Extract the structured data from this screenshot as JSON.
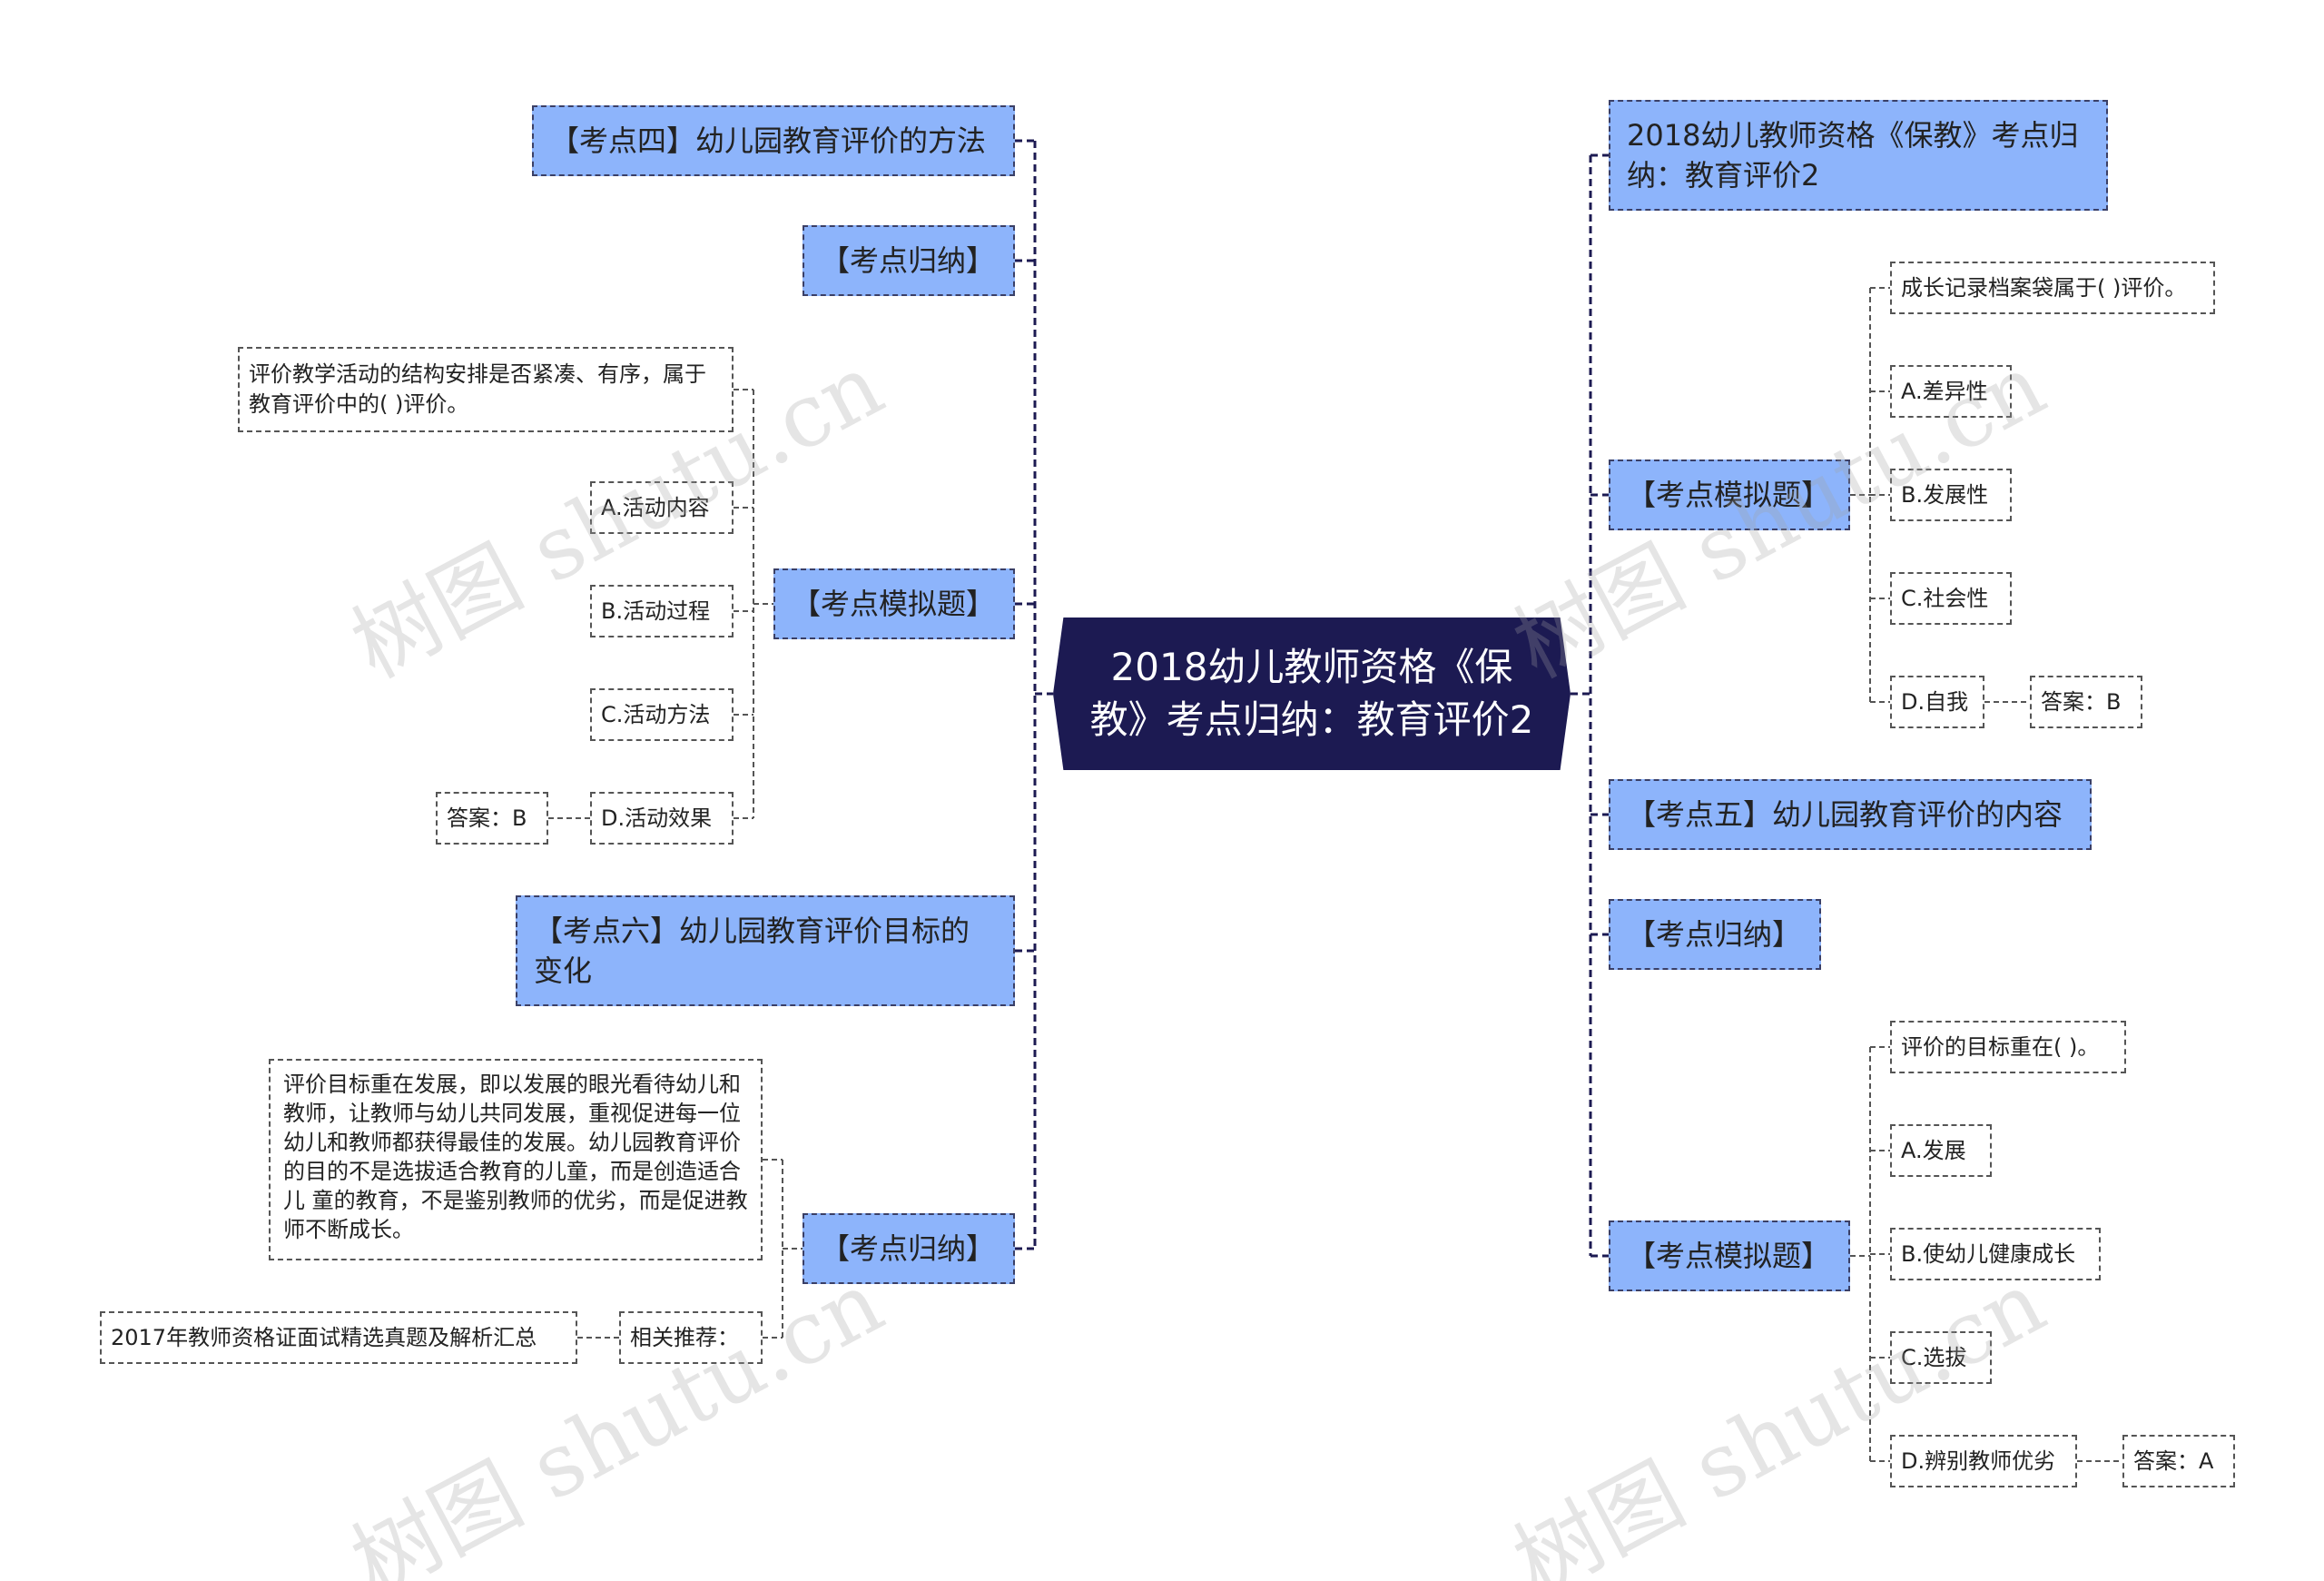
{
  "root": "2018幼儿教师资格《保教》考点归纳：教育评价2",
  "left": {
    "method": "【考点四】幼儿园教育评价的方法",
    "summary1": "【考点归纳】",
    "mock": "【考点模拟题】",
    "mock_question": "评价教学活动的结构安排是否紧凑、有序，属于教育评价中的( )评价。",
    "mock_options": [
      "A.活动内容",
      "B.活动过程",
      "C.活动方法",
      "D.活动效果"
    ],
    "mock_answer": "答案：B",
    "goal_change": "【考点六】幼儿园教育评价目标的变化",
    "summary2": "【考点归纳】",
    "summary2_text": "评价目标重在发展，即以发展的眼光看待幼儿和教师，让教师与幼儿共同发展，重视促进每一位幼儿和教师都获得最佳的发展。幼儿园教育评价的目的不是选拔适合教育的儿童，而是创造适合儿 童的教育，不是鉴别教师的优劣，而是促进教师不断成长。",
    "recommend": "相关推荐：",
    "recommend_item": "2017年教师资格证面试精选真题及解析汇总"
  },
  "right": {
    "title_node": "2018幼儿教师资格《保教》考点归纳：教育评价2",
    "mock1": "【考点模拟题】",
    "mock1_question": "成长记录档案袋属于( )评价。",
    "mock1_options": [
      "A.差异性",
      "B.发展性",
      "C.社会性",
      "D.自我"
    ],
    "mock1_answer": "答案：B",
    "content": "【考点五】幼儿园教育评价的内容",
    "summary": "【考点归纳】",
    "mock2": "【考点模拟题】",
    "mock2_question": "评价的目标重在( )。",
    "mock2_options": [
      "A.发展",
      "B.使幼儿健康成长",
      "C.选拔",
      "D.辨别教师优劣"
    ],
    "mock2_answer": "答案：A"
  },
  "watermark": "树图 shutu.cn",
  "colors": {
    "root_bg": "#1c1a52",
    "topic_bg": "#8db4fb",
    "line": "#1c1a52",
    "leaf_border": "#555555"
  }
}
